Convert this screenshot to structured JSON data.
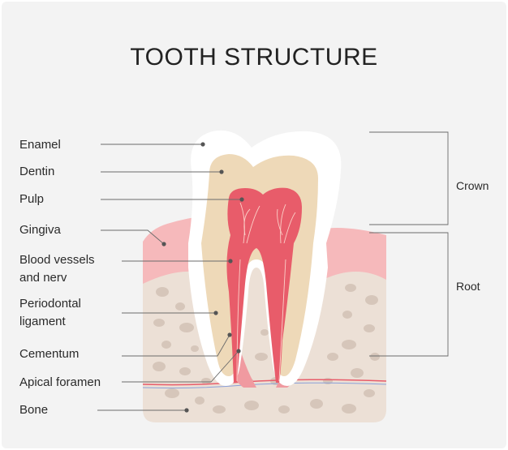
{
  "title": "TOOTH STRUCTURE",
  "labels": {
    "enamel": "Enamel",
    "dentin": "Dentin",
    "pulp": "Pulp",
    "gingiva": "Gingiva",
    "blood_vessels_line1": "Blood vessels",
    "blood_vessels_line2": "and nerv",
    "periodontal_line1": "Periodontal",
    "periodontal_line2": "ligament",
    "cementum": "Cementum",
    "apical_foramen": "Apical foramen",
    "bone": "Bone"
  },
  "regions": {
    "crown": "Crown",
    "root": "Root"
  },
  "colors": {
    "background": "#f3f3f3",
    "enamel": "#ffffff",
    "dentin": "#eed9b8",
    "pulp": "#e85c6a",
    "gingiva": "#f6b9bb",
    "bone": "#ece0d6",
    "bone_spots": "#d6c6ba",
    "ligament": "#f09aa0",
    "leader_line": "#6b6b6b"
  }
}
